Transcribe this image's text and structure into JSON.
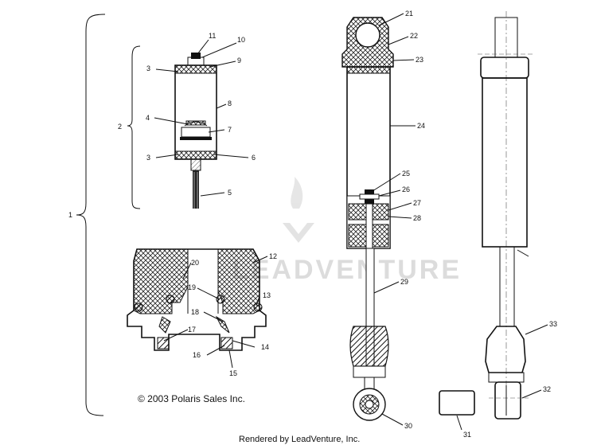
{
  "copyright": "© 2003 Polaris Sales Inc.",
  "footer": "Rendered by LeadVenture, Inc.",
  "watermark": "LEADVENTURE",
  "callouts": {
    "c1": "1",
    "c2": "2",
    "c3a": "3",
    "c3b": "3",
    "c4": "4",
    "c5": "5",
    "c6": "6",
    "c7": "7",
    "c8": "8",
    "c9": "9",
    "c10": "10",
    "c11": "11",
    "c12": "12",
    "c13": "13",
    "c14": "14",
    "c15": "15",
    "c16": "16",
    "c17": "17",
    "c18": "18",
    "c19": "19",
    "c20": "20",
    "c21": "21",
    "c22": "22",
    "c23": "23",
    "c24": "24",
    "c25": "25",
    "c26": "26",
    "c27": "27",
    "c28": "28",
    "c29": "29",
    "c30": "30",
    "c31": "31",
    "c32": "32",
    "c33": "33"
  }
}
